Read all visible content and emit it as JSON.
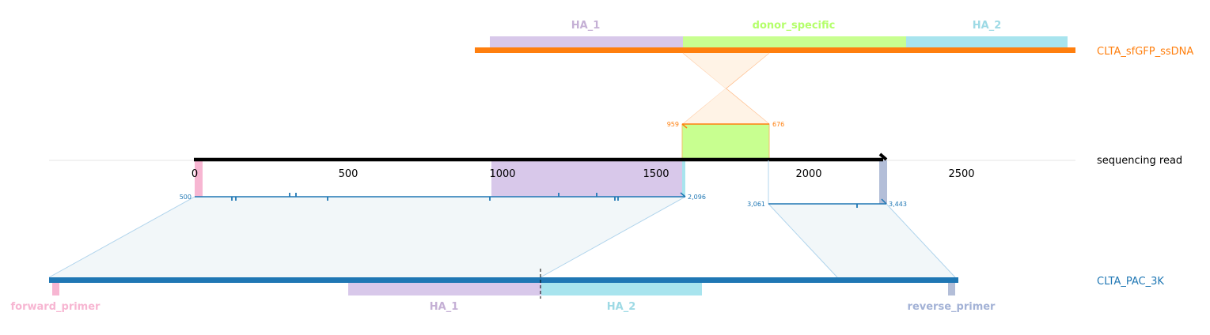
{
  "references": {
    "donor": {
      "name": "CLTA_sfGFP_ssDNA",
      "color": "#ff7f0e"
    },
    "read": {
      "name": "sequencing read",
      "color": "#000000"
    },
    "target": {
      "name": "CLTA_PAC_3K",
      "color": "#1f77b4"
    }
  },
  "donor_features": [
    {
      "name": "HA_1",
      "color": "#c5b0d5"
    },
    {
      "name": "donor_specific",
      "color": "#b4ff6a"
    },
    {
      "name": "HA_2",
      "color": "#9edae5"
    }
  ],
  "target_features": [
    {
      "name": "forward_primer",
      "color": "#f7b6d2"
    },
    {
      "name": "HA_1",
      "color": "#c5b0d5"
    },
    {
      "name": "HA_2",
      "color": "#9edae5"
    },
    {
      "name": "reverse_primer",
      "color": "#aec7e8"
    }
  ],
  "read_axis": {
    "ticks": [
      "0",
      "500",
      "1000",
      "1500",
      "2000",
      "2500"
    ]
  },
  "alignment_labels": {
    "donor_start": "959",
    "donor_end": "676",
    "target1_start": "500",
    "target1_end": "2,096",
    "target2_start": "3,061",
    "target2_end": "3,443"
  }
}
